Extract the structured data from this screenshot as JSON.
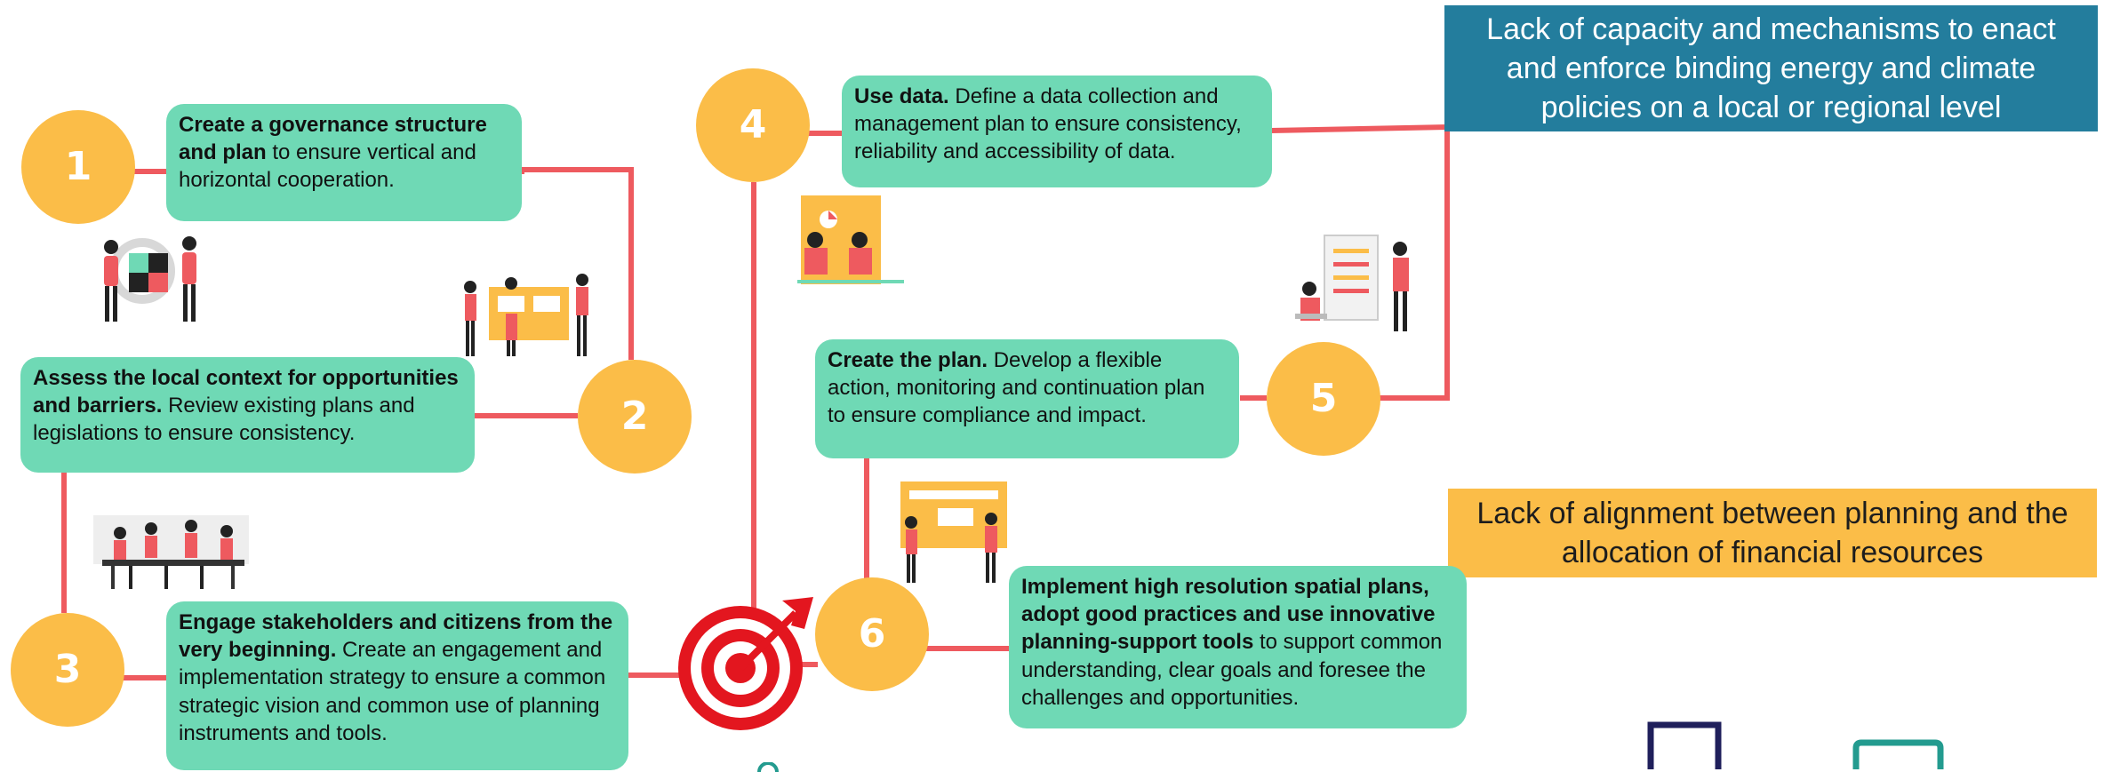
{
  "steps": [
    {
      "number": "1",
      "bold": "Create a governance structure and plan",
      "text": " to ensure vertical and horizontal cooperation."
    },
    {
      "number": "2",
      "bold": "Assess the local context for opportunities and barriers.",
      "text": " Review existing plans and legislations to ensure consistency."
    },
    {
      "number": "3",
      "bold": "Engage stakeholders and citizens from the very beginning.",
      "text": " Create an engagement and implementation strategy to ensure a common strategic vision and common use of planning instruments and tools."
    },
    {
      "number": "4",
      "bold": "Use data.",
      "text": " Define a data collection and management plan to ensure consistency, reliability and accessibility of data."
    },
    {
      "number": "5",
      "bold": "Create the plan.",
      "text": " Develop a flexible action, monitoring and continuation plan to ensure compliance and impact."
    },
    {
      "number": "6",
      "bold": "Implement high resolution spatial plans, adopt good practices and use innovative planning-support tools",
      "text": " to support common understanding, clear goals and foresee the challenges and opportunities."
    }
  ],
  "challenges": [
    {
      "text": "Lack of capacity and mechanisms to enact and enforce binding energy and climate policies on a local or regional level",
      "color": "#237d9d"
    },
    {
      "text": "Lack of alignment between planning and the allocation of financial resources",
      "color": "#fbbd48"
    }
  ],
  "colors": {
    "card": "#6fd9b5",
    "circle": "#fbbd48",
    "connector": "#ee5a5f",
    "target": "#e3161f",
    "dark_navy": "#1f1f5b",
    "teal_outline": "#239b8f"
  },
  "icons": [
    "target-icon"
  ]
}
